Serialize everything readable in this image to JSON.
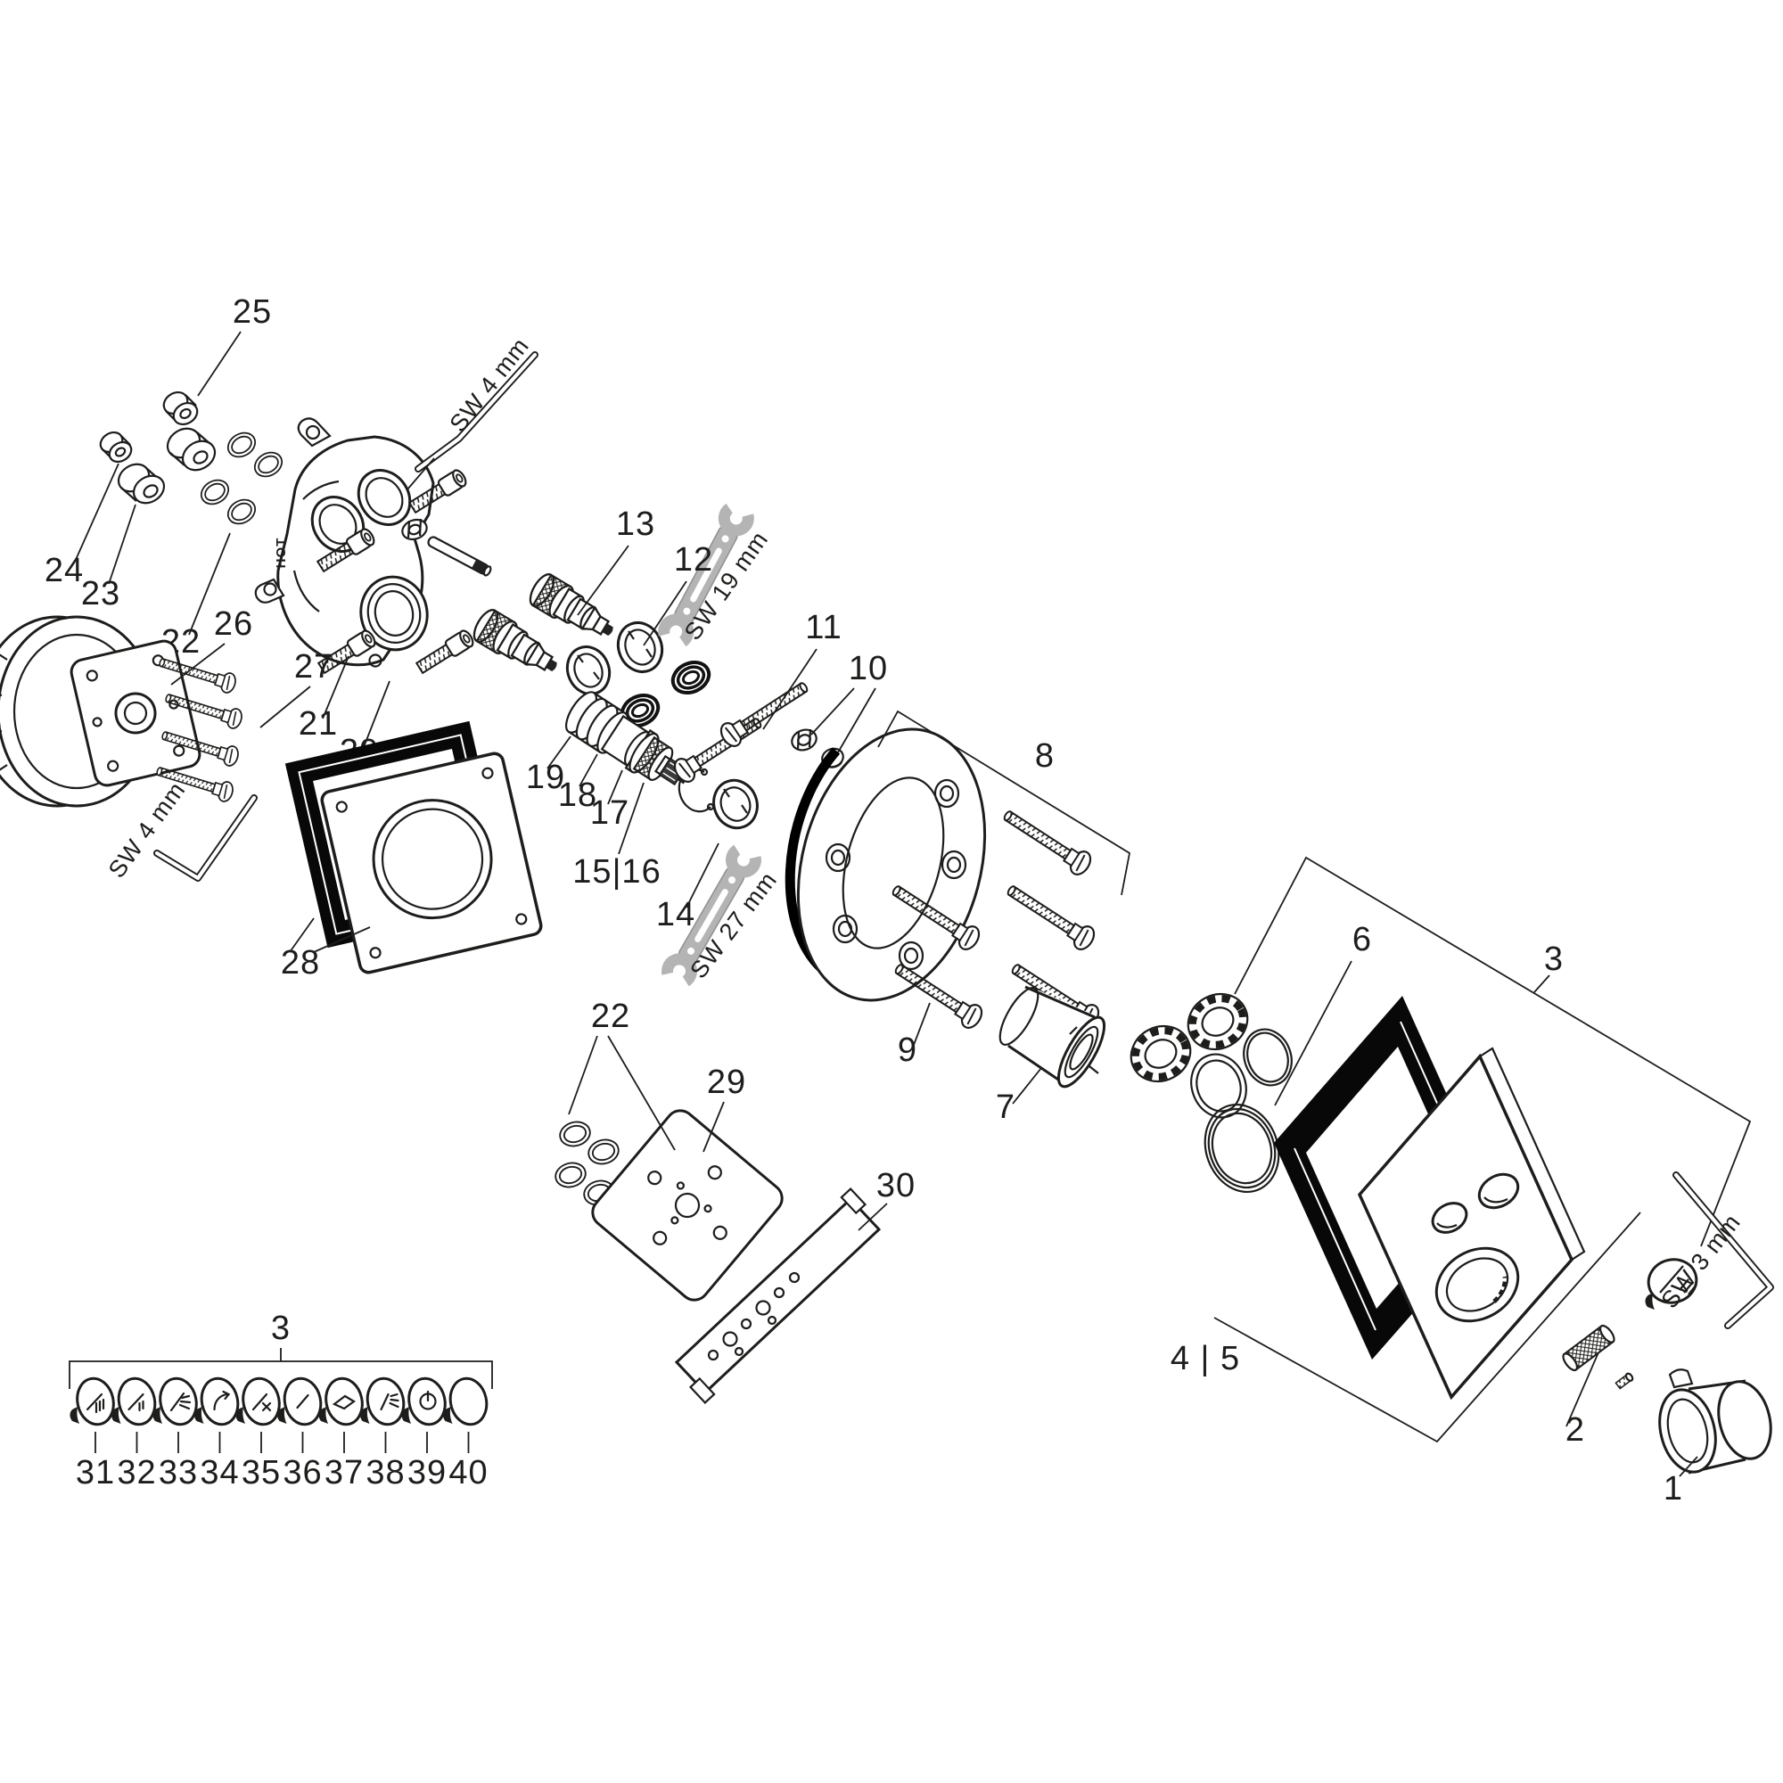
{
  "diagram": {
    "kind": "exploded-parts-diagram",
    "subject": "Concealed shower thermostat mixer - spare parts drawing",
    "background": "#ffffff",
    "line_color": "#1d1d1b",
    "tool_color": "#b4b4b4",
    "seal_color": "#080808"
  },
  "markings": {
    "hot": "HOT"
  },
  "tools": {
    "allen4": "SW 4 mm",
    "wrench19": "SW 19 mm",
    "wrench27": "SW 27 mm",
    "allen3": "SW 3 mm"
  },
  "labels": {
    "n1": "1",
    "n2": "2",
    "n3": "3",
    "n4_5": "4 | 5",
    "n6": "6",
    "n7": "7",
    "n8": "8",
    "n9": "9",
    "n10": "10",
    "n11": "11",
    "n12": "12",
    "n13": "13",
    "n14": "14",
    "n15_16": "15|16",
    "n17": "17",
    "n18": "18",
    "n19": "19",
    "n20": "20",
    "n21": "21",
    "n22": "22",
    "n23": "23",
    "n24": "24",
    "n25": "25",
    "n26": "26",
    "n27": "27",
    "n28": "28",
    "n29": "29",
    "n30": "30"
  },
  "knob_row": {
    "bracket_label": "3",
    "items": [
      "31",
      "32",
      "33",
      "34",
      "35",
      "36",
      "37",
      "38",
      "39",
      "40"
    ]
  }
}
